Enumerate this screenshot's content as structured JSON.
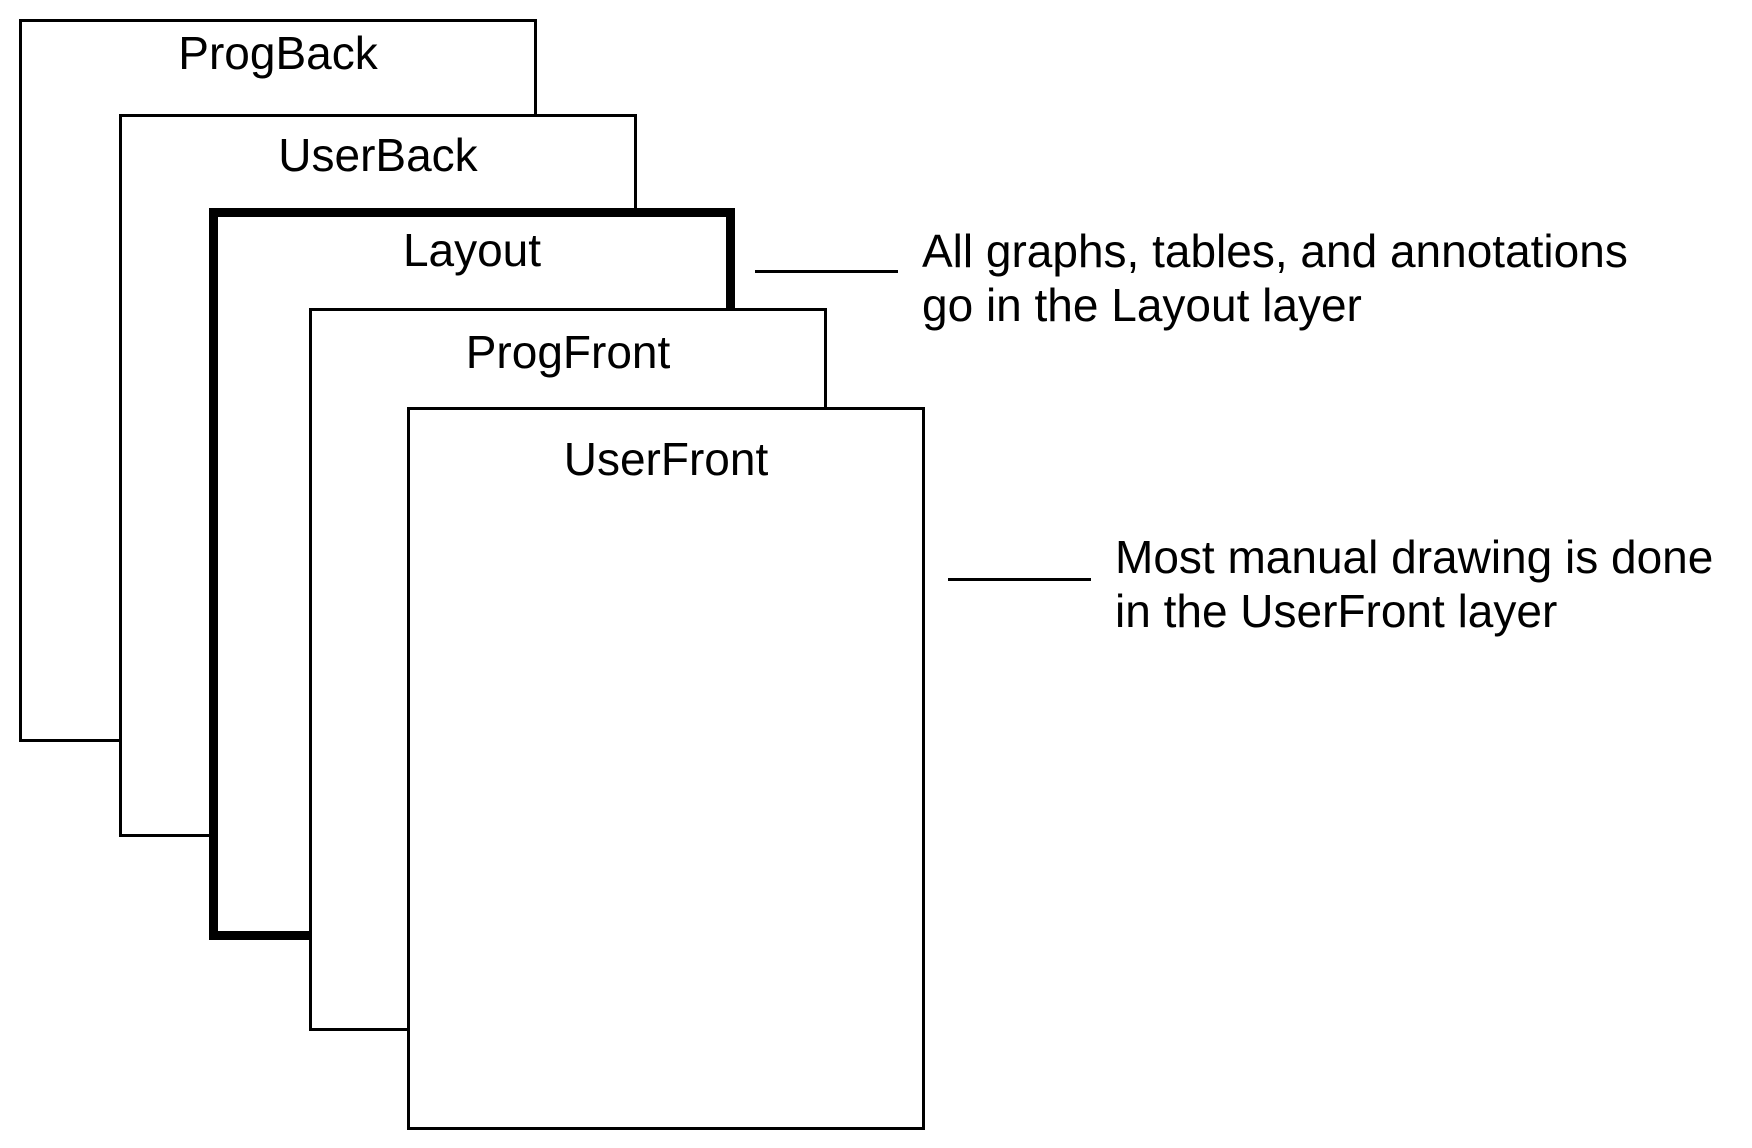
{
  "layers": [
    {
      "id": "progback",
      "label": "ProgBack"
    },
    {
      "id": "userback",
      "label": "UserBack"
    },
    {
      "id": "layout",
      "label": "Layout",
      "emphasized": true
    },
    {
      "id": "progfront",
      "label": "ProgFront"
    },
    {
      "id": "userfront",
      "label": "UserFront"
    }
  ],
  "annotations": {
    "layout": {
      "line1": "All graphs, tables, and annotations",
      "line2": "go in the Layout layer"
    },
    "userfront": {
      "line1": "Most manual drawing is done",
      "line2": "in the UserFront layer"
    }
  },
  "colors": {
    "stroke": "#000000",
    "background": "#ffffff"
  }
}
